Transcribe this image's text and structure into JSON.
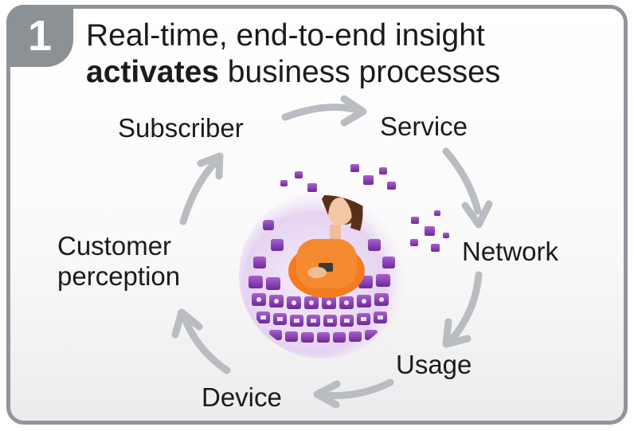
{
  "badge": {
    "number": "1"
  },
  "title": {
    "line1": "Real-time, end-to-end insight",
    "line2_bold": "activates",
    "line2_rest": " business processes"
  },
  "cycle": {
    "nodes": [
      "Subscriber",
      "Service",
      "Network",
      "Usage",
      "Device"
    ],
    "customer_line1": "Customer",
    "customer_line2": "perception"
  },
  "colors": {
    "frame": "#8f959b",
    "arrow": "#b9bdc2",
    "globe_purple": "#8a3fb5",
    "person_shirt": "#f47b20"
  },
  "icons": [
    "number-badge",
    "cycle-arrow-icon",
    "app-globe-icon",
    "person-with-phone-image"
  ]
}
